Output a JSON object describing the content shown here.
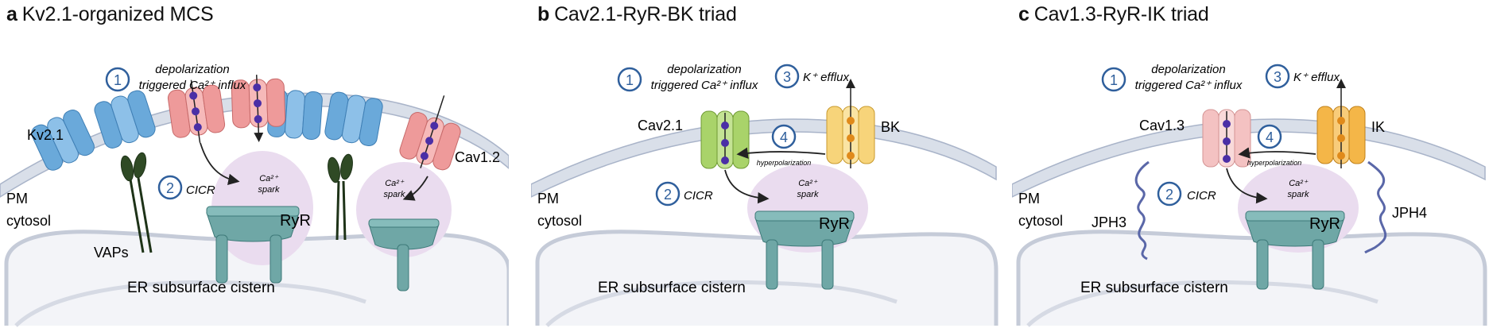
{
  "panels": [
    {
      "letter": "a",
      "title": "Kv2.1-organized MCS",
      "labels": {
        "step1_num": "1",
        "step1_line1": "depolarization",
        "step1_line2": "triggered Ca²⁺ influx",
        "step2_num": "2",
        "step2_text": "CICR",
        "kv": "Kv2.1",
        "cav": "Cav1.2",
        "vaps": "VAPs",
        "pm": "PM",
        "cytosol": "cytosol",
        "spark1": "Ca²⁺",
        "spark2": "spark",
        "ryr": "RyR",
        "er": "ER subsurface cistern"
      }
    },
    {
      "letter": "b",
      "title": "Cav2.1-RyR-BK triad",
      "labels": {
        "step1_num": "1",
        "step1_line1": "depolarization",
        "step1_line2": "triggered Ca²⁺ influx",
        "step2_num": "2",
        "step2_text": "CICR",
        "step3_num": "3",
        "step3_text": "K⁺ efflux",
        "step4_num": "4",
        "hyper": "hyperpolarization",
        "cav": "Cav2.1",
        "k_channel": "BK",
        "pm": "PM",
        "cytosol": "cytosol",
        "spark1": "Ca²⁺",
        "spark2": "spark",
        "ryr": "RyR",
        "er": "ER subsurface cistern"
      }
    },
    {
      "letter": "c",
      "title": "Cav1.3-RyR-IK triad",
      "labels": {
        "step1_num": "1",
        "step1_line1": "depolarization",
        "step1_line2": "triggered Ca²⁺ influx",
        "step2_num": "2",
        "step2_text": "CICR",
        "step3_num": "3",
        "step3_text": "K⁺ efflux",
        "step4_num": "4",
        "hyper": "hyperpolarization",
        "cav": "Cav1.3",
        "k_channel": "IK",
        "jph3": "JPH3",
        "jph4": "JPH4",
        "pm": "PM",
        "cytosol": "cytosol",
        "spark1": "Ca²⁺",
        "spark2": "spark",
        "ryr": "RyR",
        "er": "ER subsurface cistern"
      }
    }
  ],
  "colors": {
    "membrane": "#a9b4c9",
    "membrane_bead": "#c7cfdd",
    "kv": "#6aa9da",
    "cav12": "#ee9a9a",
    "cav21": "#a9d36a",
    "cav13": "#f4c2c2",
    "bk": "#f7d47a",
    "ik": "#f4b648",
    "ryr": "#6fa7a6",
    "spark": "#e9dcee",
    "bead": "#4b2fa6",
    "k_bead": "#e08a1a",
    "circle": "#2f5f9c",
    "vaps": "#2f4a25",
    "jph": "#5a67a8"
  }
}
